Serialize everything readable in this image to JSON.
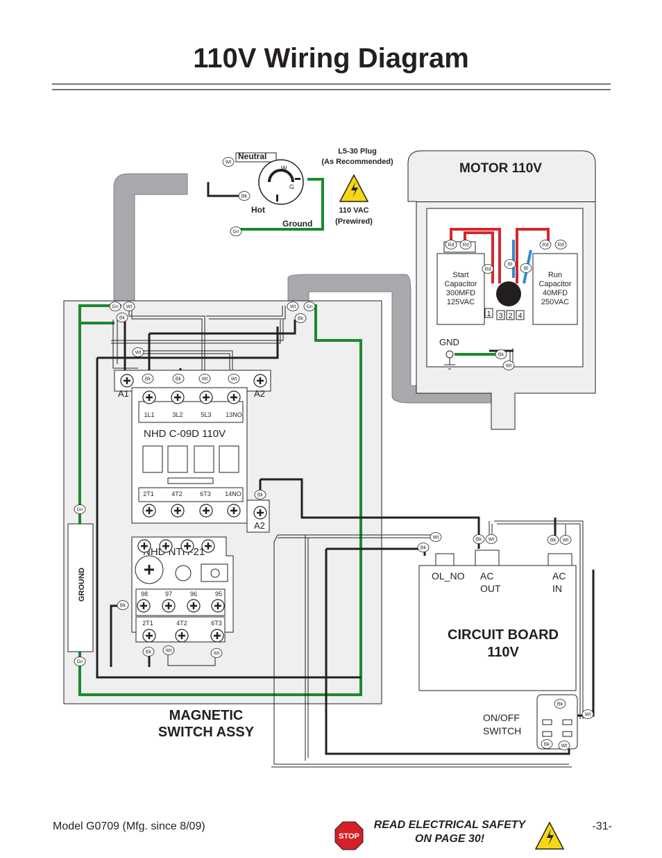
{
  "title": "110V Wiring Diagram",
  "plug": {
    "name": "L5-30 Plug",
    "note": "(As Recommended)",
    "neutral": "Neutral",
    "hot": "Hot",
    "ground": "Ground",
    "w": "W",
    "g": "G"
  },
  "warning": {
    "voltage": "110 VAC",
    "note": "(Prewired)"
  },
  "motor": {
    "title": "MOTOR 110V",
    "start_cap": [
      "Start",
      "Capacitor",
      "300MFD",
      "125VAC"
    ],
    "run_cap": [
      "Run",
      "Capacitor",
      "40MFD",
      "250VAC"
    ],
    "gnd": "GND",
    "terminals": [
      "1",
      "3",
      "2",
      "4"
    ]
  },
  "contactor": {
    "model": "NHD C-09D 110V",
    "top_terms": [
      "1L1",
      "3L2",
      "5L3",
      "13NO"
    ],
    "bottom_terms": [
      "2T1",
      "4T2",
      "6T3",
      "14NO"
    ],
    "a1": "A1",
    "a2": "A2",
    "a2b": "A2"
  },
  "overload": {
    "model": "NHD NTH-21",
    "terms_top": [
      "98",
      "97",
      "96",
      "95"
    ],
    "terms_bottom": [
      "2T1",
      "4T2",
      "6T3"
    ]
  },
  "ground_bar": "GROUND",
  "magnetic_switch": [
    "MAGNETIC",
    "SWITCH ASSY"
  ],
  "circuit_board": {
    "title": [
      "CIRCUIT BOARD",
      "110V"
    ],
    "ol_no": "OL_NO",
    "ac_out": [
      "AC",
      "OUT"
    ],
    "ac_in": [
      "AC",
      "IN"
    ]
  },
  "onoff": [
    "ON/OFF",
    "SWITCH"
  ],
  "wire_tags": {
    "wt": "Wt",
    "bk": "Bk",
    "gn": "Gn",
    "rd": "Rd",
    "bl": "Bl"
  },
  "footer": {
    "model": "Model G0709 (Mfg. since 8/09)",
    "safety": [
      "READ ELECTRICAL SAFETY",
      "ON PAGE 30!"
    ],
    "page": "-31-",
    "stop": "STOP"
  },
  "colors": {
    "green_wire": "#1a8a2e",
    "red_wire": "#d7262d",
    "blue_wire": "#2a8fd0",
    "conduit": "#a7a9ac",
    "panel": "#efefef",
    "warning_yellow": "#f5d716",
    "stop_red": "#d62027"
  }
}
